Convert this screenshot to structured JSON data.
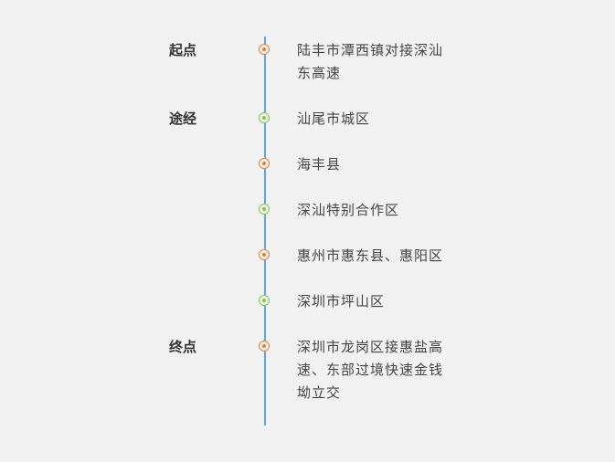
{
  "route": {
    "items": [
      {
        "label": "起点",
        "text": "陆丰市潭西镇对接深汕东高速",
        "marker": "orange"
      },
      {
        "label": "途经",
        "text": "汕尾市城区",
        "marker": "green"
      },
      {
        "label": "",
        "text": "海丰县",
        "marker": "orange"
      },
      {
        "label": "",
        "text": "深汕特别合作区",
        "marker": "green"
      },
      {
        "label": "",
        "text": "惠州市惠东县、惠阳区",
        "marker": "orange"
      },
      {
        "label": "",
        "text": "深圳市坪山区",
        "marker": "green"
      },
      {
        "label": "终点",
        "text": "深圳市龙岗区接惠盐高速、东部过境快速金钱坳立交",
        "marker": "orange"
      }
    ]
  },
  "colors": {
    "axis": "#5aa3f0",
    "orange": "#f07a2a",
    "green": "#7ccc3c"
  }
}
